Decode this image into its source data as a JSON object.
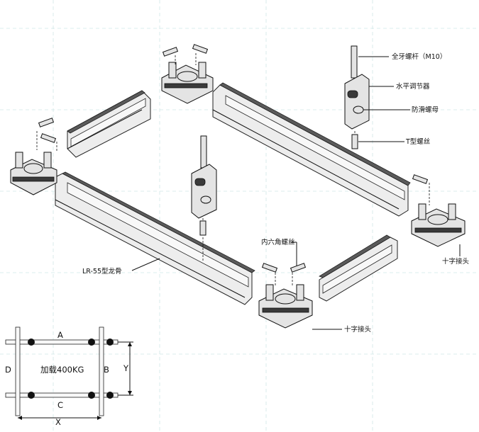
{
  "labels": {
    "rod": "全牙螺杆（M10）",
    "leveler": "水平调节器",
    "nut": "防滑螺母",
    "tbolt": "T型螺丝",
    "hexbolt": "内六角螺丝",
    "cross_right": "十字接头",
    "cross_bottom": "十字接头",
    "keel": "LR-55型龙骨"
  },
  "plan": {
    "side_a": "A",
    "side_b": "B",
    "side_c": "C",
    "side_d": "D",
    "load": "加载400KG",
    "dim_x": "X",
    "dim_y": "Y"
  }
}
